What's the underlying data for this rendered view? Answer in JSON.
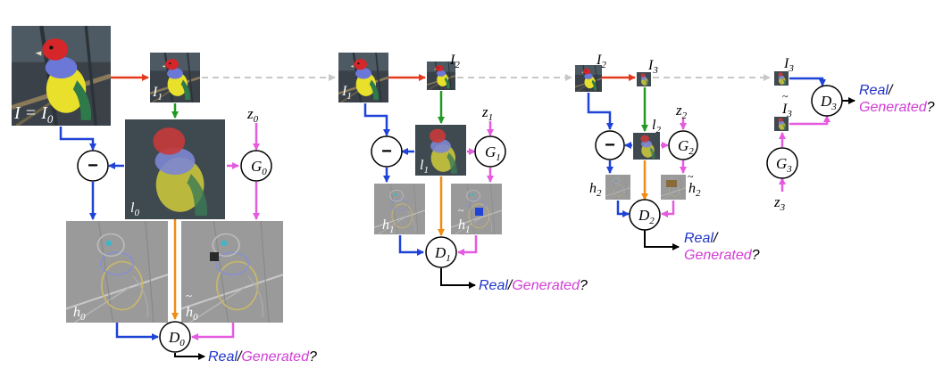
{
  "colors": {
    "red": "#e23a1e",
    "gray": "#c8c8c8",
    "green": "#229922",
    "blue": "#1f43d6",
    "magenta": "#e65ae0",
    "orange": "#f08c14",
    "black": "#000000",
    "real_text": "#1f33c8",
    "generated_text": "#d23dd6"
  },
  "labels": {
    "I_eq": {
      "left": "I = I",
      "sub": "0"
    },
    "I1a": {
      "main": "I",
      "sub": "1"
    },
    "I1b": {
      "main": "I",
      "sub": "1"
    },
    "I2a": {
      "main": "I",
      "sub": "2"
    },
    "I2b": {
      "main": "I",
      "sub": "2"
    },
    "I3a": {
      "main": "I",
      "sub": "3"
    },
    "I3b": {
      "main": "I",
      "sub": "3"
    },
    "I3tilde": {
      "main": "I",
      "sub": "3"
    },
    "l0": {
      "main": "l",
      "sub": "0"
    },
    "l1": {
      "main": "l",
      "sub": "1"
    },
    "l2": {
      "main": "l",
      "sub": "2"
    },
    "h0": {
      "main": "h",
      "sub": "0"
    },
    "h0t": {
      "main": "h",
      "sub": "0"
    },
    "h1": {
      "main": "h",
      "sub": "1"
    },
    "h1t": {
      "main": "h",
      "sub": "1"
    },
    "h2": {
      "main": "h",
      "sub": "2"
    },
    "h2t": {
      "main": "h",
      "sub": "2"
    },
    "z0": {
      "main": "z",
      "sub": "0"
    },
    "z1": {
      "main": "z",
      "sub": "1"
    },
    "z2": {
      "main": "z",
      "sub": "2"
    },
    "z3": {
      "main": "z",
      "sub": "3"
    },
    "G0": {
      "main": "G",
      "sub": "0"
    },
    "G1": {
      "main": "G",
      "sub": "1"
    },
    "G2": {
      "main": "G",
      "sub": "2"
    },
    "G3": {
      "main": "G",
      "sub": "3"
    },
    "D0": {
      "main": "D",
      "sub": "0"
    },
    "D1": {
      "main": "D",
      "sub": "1"
    },
    "D2": {
      "main": "D",
      "sub": "2"
    },
    "D3": {
      "main": "D",
      "sub": "3"
    },
    "minus": "−",
    "real": "Real",
    "slash": "/",
    "generated": "Generated",
    "qmark": "?"
  }
}
